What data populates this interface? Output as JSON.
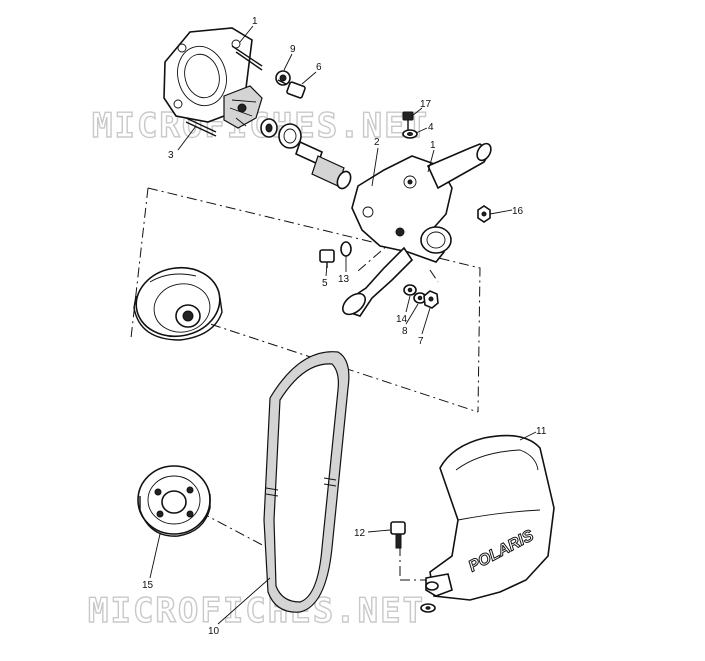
{
  "watermark": "MICROFICHES.NET",
  "brand_label": "POLARIS",
  "callouts": {
    "c1a": "1",
    "c1b": "1",
    "c2": "2",
    "c3": "3",
    "c4": "4",
    "c5": "5",
    "c6": "6",
    "c7": "7",
    "c8": "8",
    "c9": "9",
    "c10": "10",
    "c11": "11",
    "c12": "12",
    "c13": "13",
    "c14": "14",
    "c15": "15",
    "c16": "16",
    "c17": "17"
  }
}
